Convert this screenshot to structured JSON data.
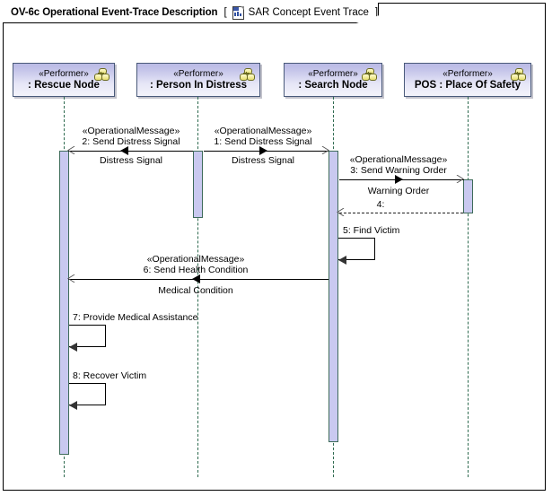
{
  "diagram": {
    "title": "OV-6c Operational Event-Trace Description",
    "bracket_open": "[",
    "bracket_close": "]",
    "subtitle": "SAR Concept Event Trace",
    "title_icon": "diagram-document-icon",
    "type": "uml-sequence-diagram"
  },
  "lifelines": [
    {
      "id": "rescue-node",
      "stereotype": "«Performer»",
      "name": ": Rescue Node",
      "icon": "performer-icon"
    },
    {
      "id": "person-in-distress",
      "stereotype": "«Performer»",
      "name": ": Person In Distress",
      "icon": "performer-icon"
    },
    {
      "id": "search-node",
      "stereotype": "«Performer»",
      "name": ": Search Node",
      "icon": "performer-icon"
    },
    {
      "id": "place-of-safety",
      "stereotype": "«Performer»",
      "name": "POS : Place Of Safety",
      "icon": "performer-icon"
    }
  ],
  "messages": [
    {
      "seq": "2:",
      "stereotype": "«OperationalMessage»",
      "name": "2: Send Distress Signal",
      "signal": "Distress Signal",
      "from": "person-in-distress",
      "to": "rescue-node",
      "direction": "left",
      "style": "solid"
    },
    {
      "seq": "1:",
      "stereotype": "«OperationalMessage»",
      "name": "1: Send Distress Signal",
      "signal": "Distress Signal",
      "from": "person-in-distress",
      "to": "search-node",
      "direction": "right",
      "style": "solid"
    },
    {
      "seq": "3:",
      "stereotype": "«OperationalMessage»",
      "name": "3: Send Warning Order",
      "signal": "Warning Order",
      "from": "search-node",
      "to": "place-of-safety",
      "direction": "right",
      "style": "solid"
    },
    {
      "seq": "4:",
      "stereotype": "",
      "name": "4:",
      "signal": "",
      "from": "place-of-safety",
      "to": "search-node",
      "direction": "left",
      "style": "dashed"
    },
    {
      "seq": "5:",
      "stereotype": "",
      "name": "5: Find Victim",
      "signal": "",
      "from": "search-node",
      "to": "search-node",
      "direction": "self",
      "style": "solid"
    },
    {
      "seq": "6:",
      "stereotype": "«OperationalMessage»",
      "name": "6: Send Health Condition",
      "signal": "Medical Condition",
      "from": "search-node",
      "to": "rescue-node",
      "direction": "left",
      "style": "solid"
    },
    {
      "seq": "7:",
      "stereotype": "",
      "name": "7: Provide Medical Assistance",
      "signal": "",
      "from": "rescue-node",
      "to": "rescue-node",
      "direction": "self",
      "style": "solid"
    },
    {
      "seq": "8:",
      "stereotype": "",
      "name": "8: Recover Victim",
      "signal": "",
      "from": "rescue-node",
      "to": "rescue-node",
      "direction": "self",
      "style": "solid"
    }
  ],
  "colors": {
    "frame_border": "#000000",
    "header_fill_top": "#b9b9e4",
    "header_fill_bottom": "#f3f3fb",
    "header_border": "#4a5a7a",
    "activation_fill": "#c9c9f0",
    "activation_border": "#3e6b5a",
    "lifeline_dash": "#2f6b50",
    "message_line": "#000000",
    "performer_icon": "#e8e070"
  }
}
